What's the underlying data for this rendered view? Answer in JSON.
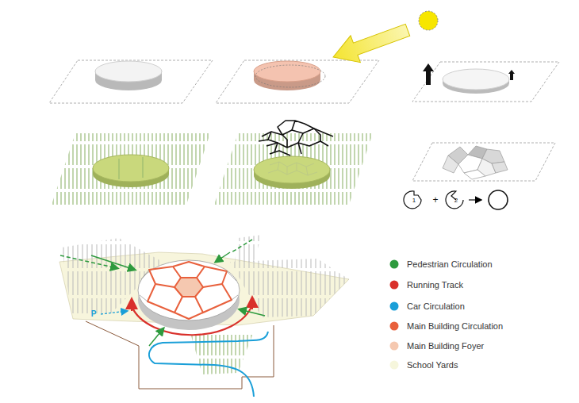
{
  "diagram": {
    "labels": [
      "1",
      "+",
      "2",
      "P"
    ],
    "legend": [
      {
        "text": "Pedestrian Circulation",
        "color": "#2e9a3e"
      },
      {
        "text": "Running Track",
        "color": "#d9302b"
      },
      {
        "text": "Car Circulation",
        "color": "#1a9fd8"
      },
      {
        "text": "Main Building Circulation",
        "color": "#e8603c"
      },
      {
        "text": "Main Building Foyer",
        "color": "#f5c8b0"
      },
      {
        "text": "School Yards",
        "color": "#f6f6dc"
      }
    ]
  }
}
